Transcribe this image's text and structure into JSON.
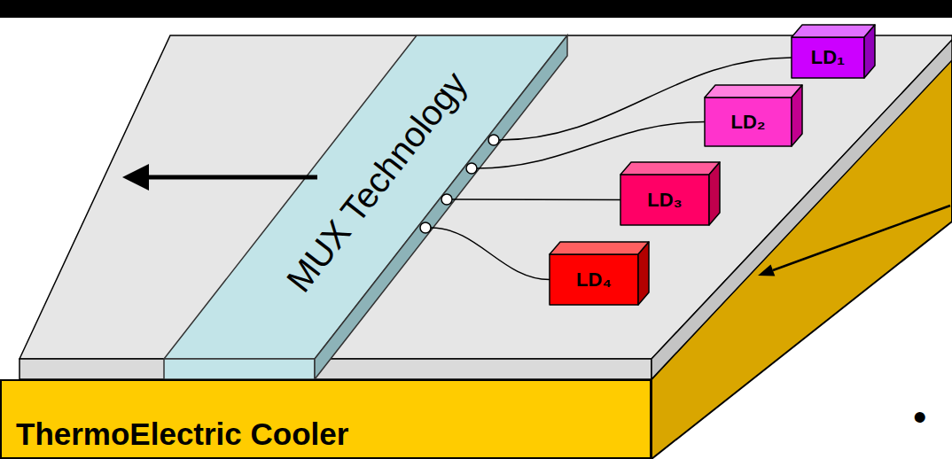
{
  "diagram": {
    "nodes": [
      {
        "text": [
          "MUX Technology"
        ]
      },
      {
        "text": [
          "LD₁"
        ]
      },
      {
        "text": [
          "LD₂"
        ]
      },
      {
        "text": [
          "LD₃"
        ]
      },
      {
        "text": [
          "LD₄"
        ]
      },
      {
        "text": [
          "ThermoElectric Cooler"
        ]
      }
    ],
    "edges": [
      {
        "from": 1,
        "to": 0,
        "arrow": "none"
      },
      {
        "from": 2,
        "to": 0,
        "arrow": "none"
      },
      {
        "from": 3,
        "to": 0,
        "arrow": "none"
      },
      {
        "from": 4,
        "to": 0,
        "arrow": "none"
      }
    ],
    "labels": [
      "•"
    ]
  }
}
